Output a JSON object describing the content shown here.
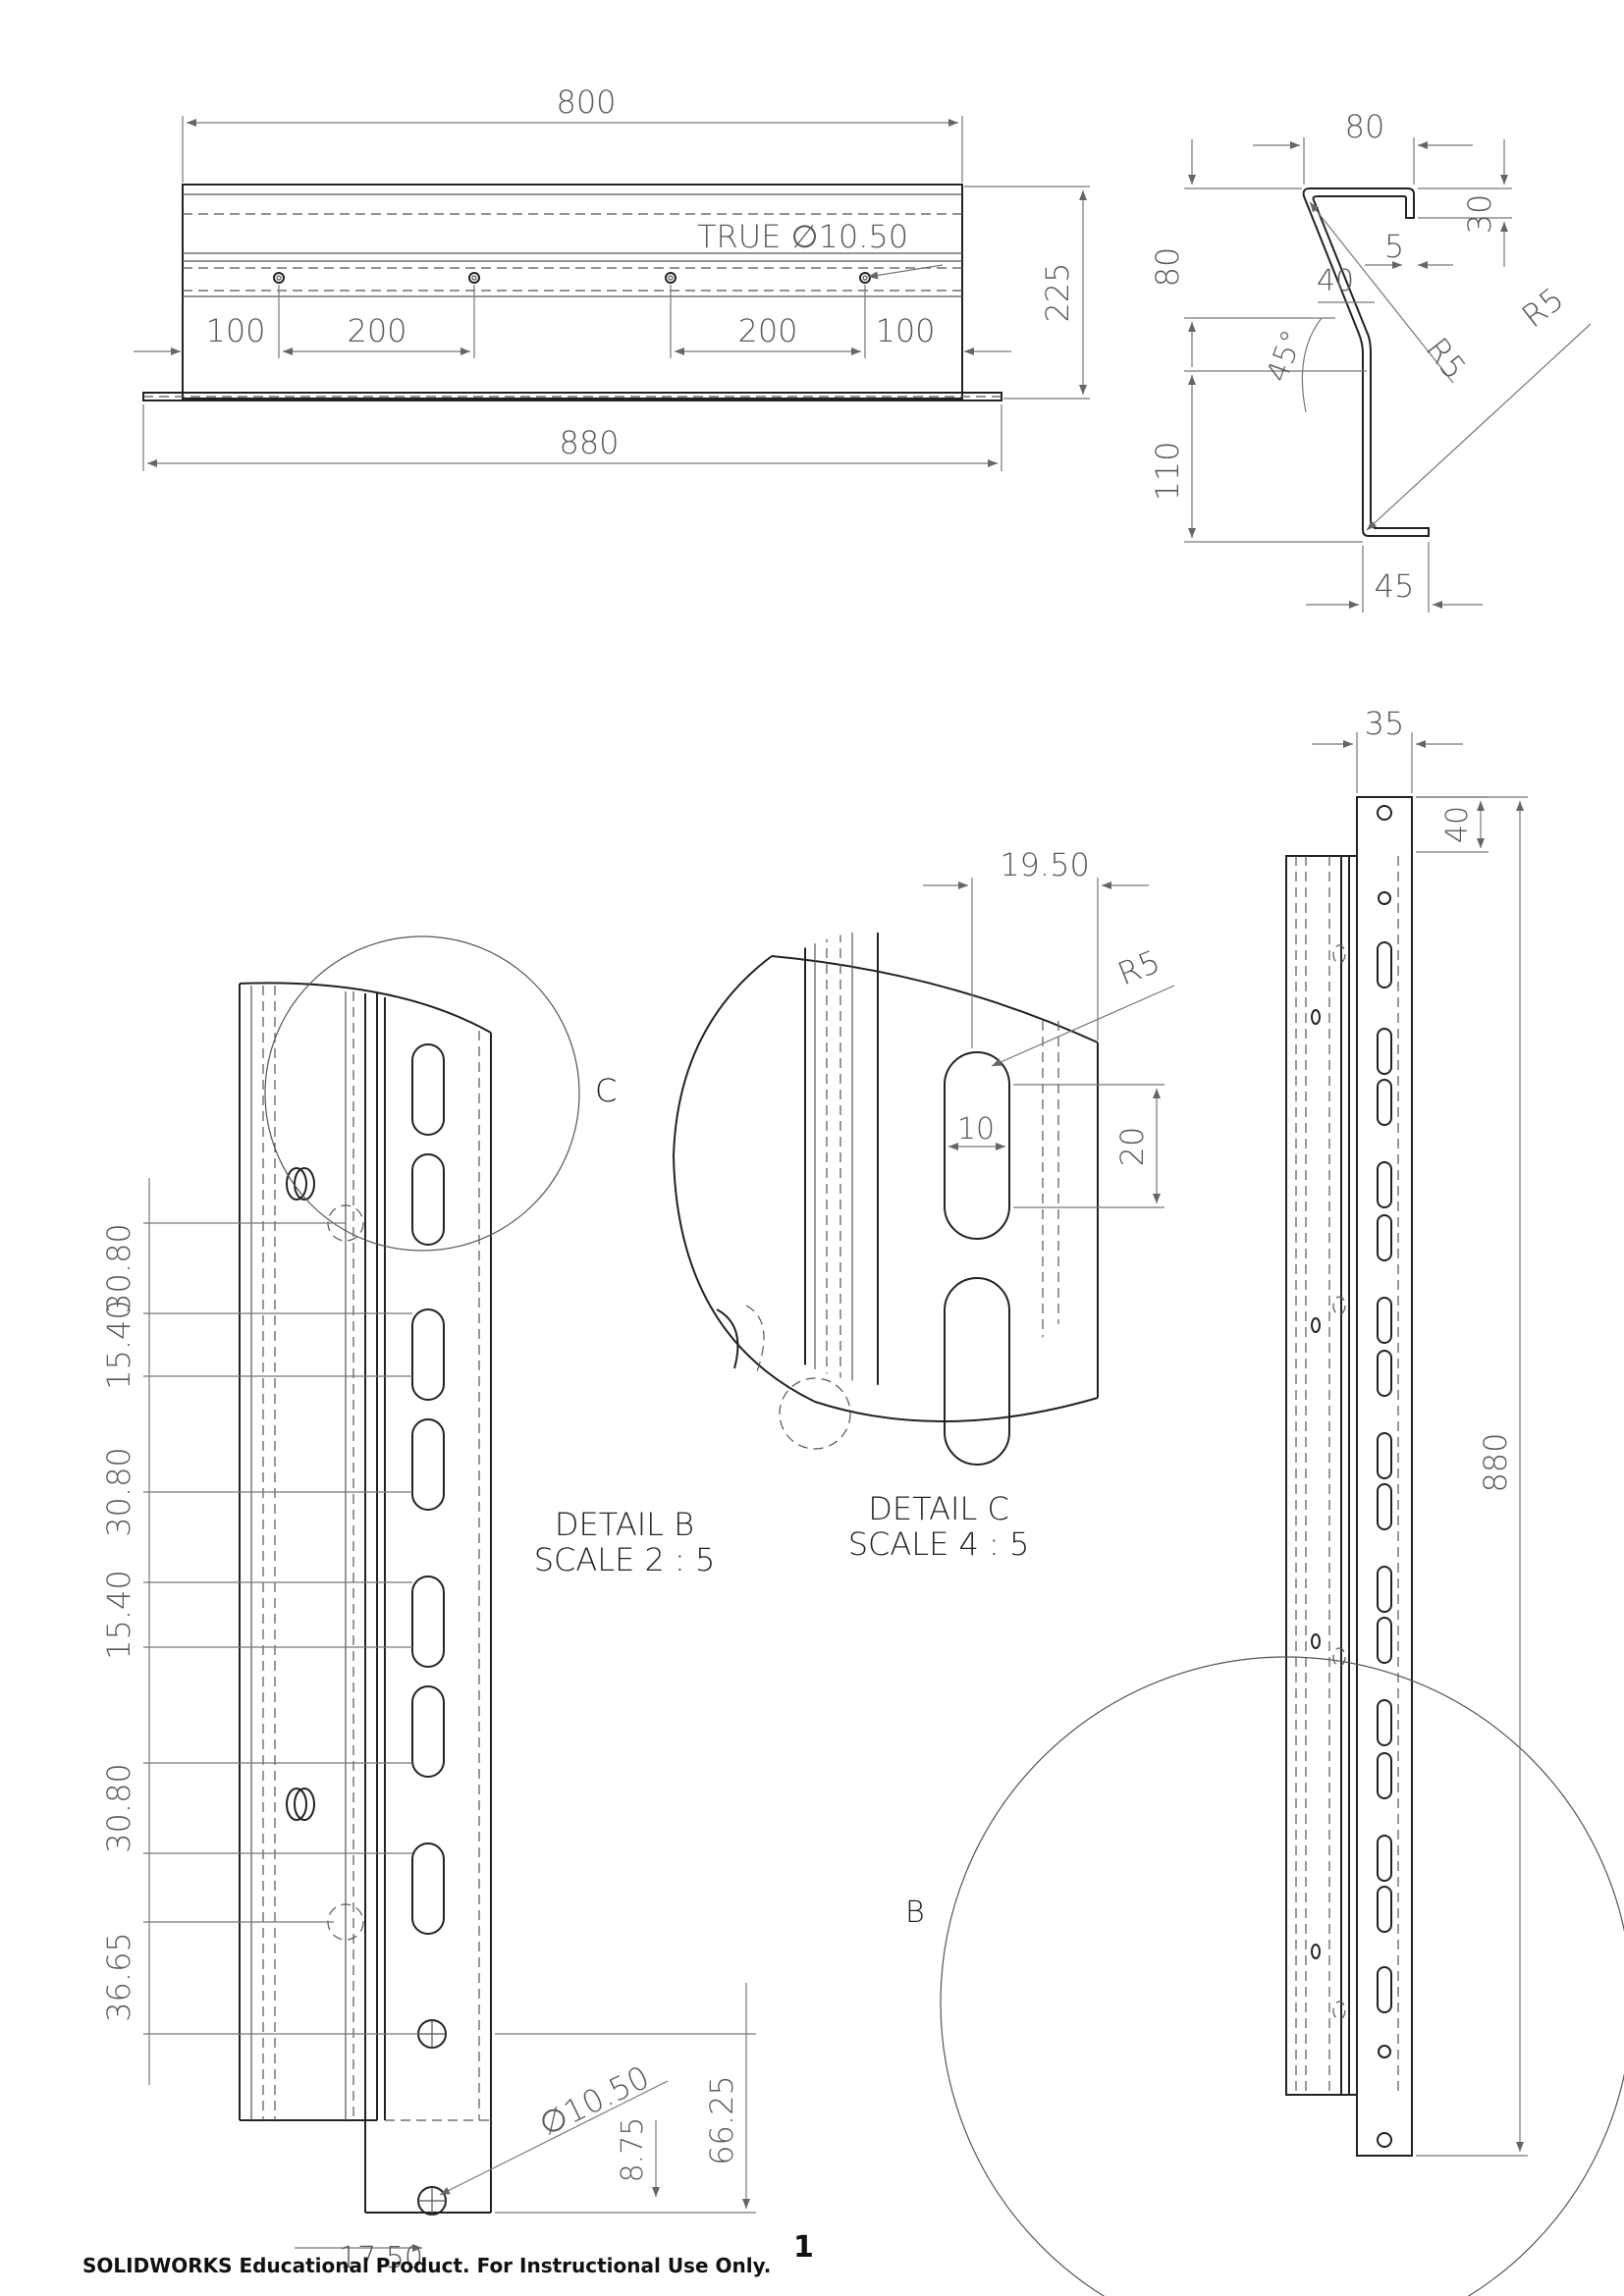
{
  "front_view": {
    "width_800": "800",
    "hole_note": "TRUE ∅10.50",
    "height_225": "225",
    "edge_100_left": "100",
    "pitch_200_left": "200",
    "pitch_200_right": "200",
    "edge_100_right": "100",
    "overall_880": "880"
  },
  "section_view": {
    "top_80": "80",
    "lip_30": "30",
    "lip_5": "5",
    "offset_40": "40",
    "radius_inner": "R5",
    "radius_outer": "R5",
    "height_80": "80",
    "angle_45": "45°",
    "height_110": "110",
    "foot_45": "45"
  },
  "right_view": {
    "width_35": "35",
    "end_40": "40",
    "length_880": "880",
    "detail_marker_b": "B"
  },
  "detail_b": {
    "title": "DETAIL B",
    "scale": "SCALE 2 : 5",
    "marker_c": "C",
    "pitches": [
      "30.80",
      "15.40",
      "30.80",
      "15.40",
      "30.80",
      "36.65"
    ],
    "hole_dia": "∅10.50",
    "dim_66_25": "66.25",
    "dim_8_75": "8.75",
    "dim_17_50": "17.50"
  },
  "detail_c": {
    "title": "DETAIL C",
    "scale": "SCALE 4 : 5",
    "width_19_50": "19.50",
    "slot_radius": "R5",
    "slot_width": "10",
    "slot_length": "20"
  },
  "footer": {
    "watermark": "SOLIDWORKS Educational Product. For Instructional Use Only.",
    "sheet_number": "1"
  }
}
